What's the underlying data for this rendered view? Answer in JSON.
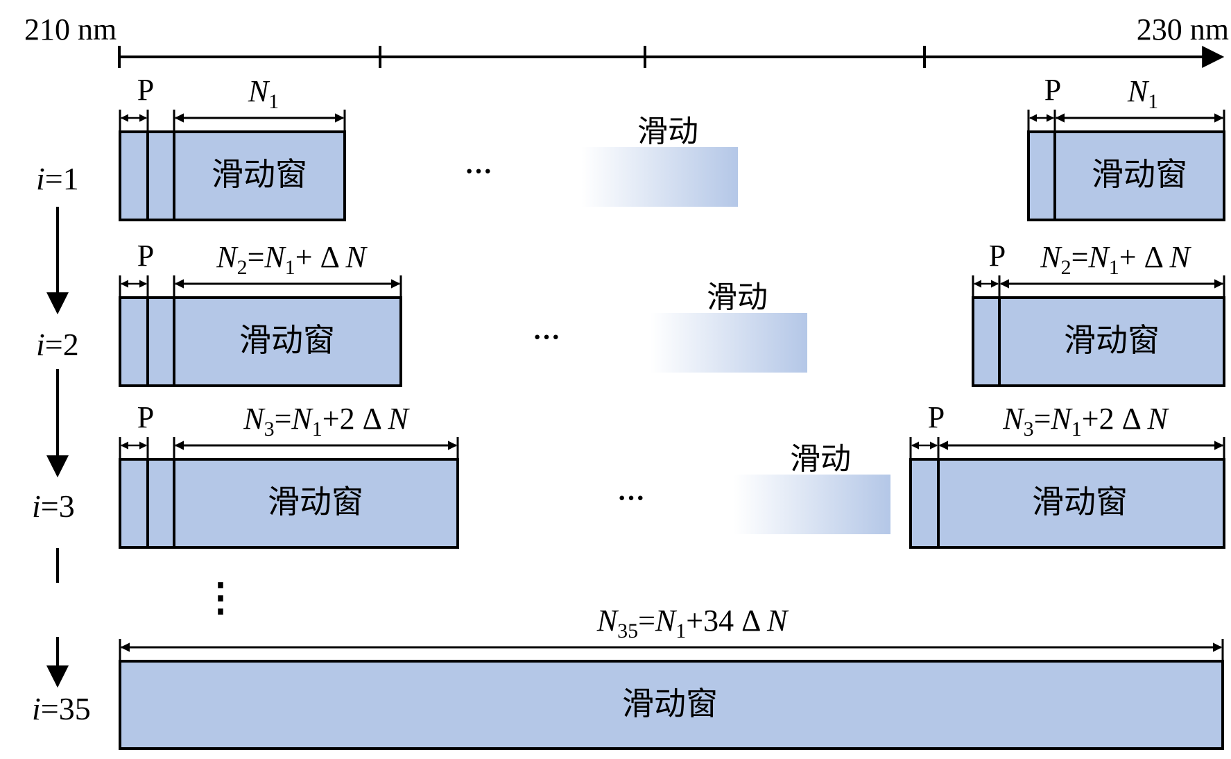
{
  "axis": {
    "start_label": "210 nm",
    "end_label": "230 nm"
  },
  "window_label": "滑动窗",
  "slide_label": "滑动",
  "p_label": "P",
  "ellipsis": "···",
  "vertical_ellipsis": "⋮",
  "rows": [
    {
      "i_prefix": "i",
      "i_value": "=1",
      "n_parts": [
        {
          "t": "N",
          "style": "italic"
        },
        {
          "t": "1",
          "style": "sub"
        }
      ]
    },
    {
      "i_prefix": "i",
      "i_value": "=2",
      "n_parts": [
        {
          "t": "N",
          "style": "italic"
        },
        {
          "t": "2",
          "style": "sub"
        },
        {
          "t": "=",
          "style": "normal"
        },
        {
          "t": "N",
          "style": "italic"
        },
        {
          "t": "1",
          "style": "sub"
        },
        {
          "t": "+ Δ ",
          "style": "normal"
        },
        {
          "t": "N",
          "style": "italic"
        }
      ]
    },
    {
      "i_prefix": "i",
      "i_value": "=3",
      "n_parts": [
        {
          "t": "N",
          "style": "italic"
        },
        {
          "t": "3",
          "style": "sub"
        },
        {
          "t": "=",
          "style": "normal"
        },
        {
          "t": "N",
          "style": "italic"
        },
        {
          "t": "1",
          "style": "sub"
        },
        {
          "t": "+2 Δ ",
          "style": "normal"
        },
        {
          "t": "N",
          "style": "italic"
        }
      ]
    },
    {
      "i_prefix": "i",
      "i_value": "=35",
      "n_parts": [
        {
          "t": "N",
          "style": "italic"
        },
        {
          "t": "35",
          "style": "sub"
        },
        {
          "t": "=",
          "style": "normal"
        },
        {
          "t": "N",
          "style": "italic"
        },
        {
          "t": "1",
          "style": "sub"
        },
        {
          "t": "+34 Δ ",
          "style": "normal"
        },
        {
          "t": "N",
          "style": "italic"
        }
      ]
    }
  ],
  "colors": {
    "window_fill": "#b4c7e7",
    "stroke": "#000000",
    "gradient_end": "#b4c7e7"
  }
}
